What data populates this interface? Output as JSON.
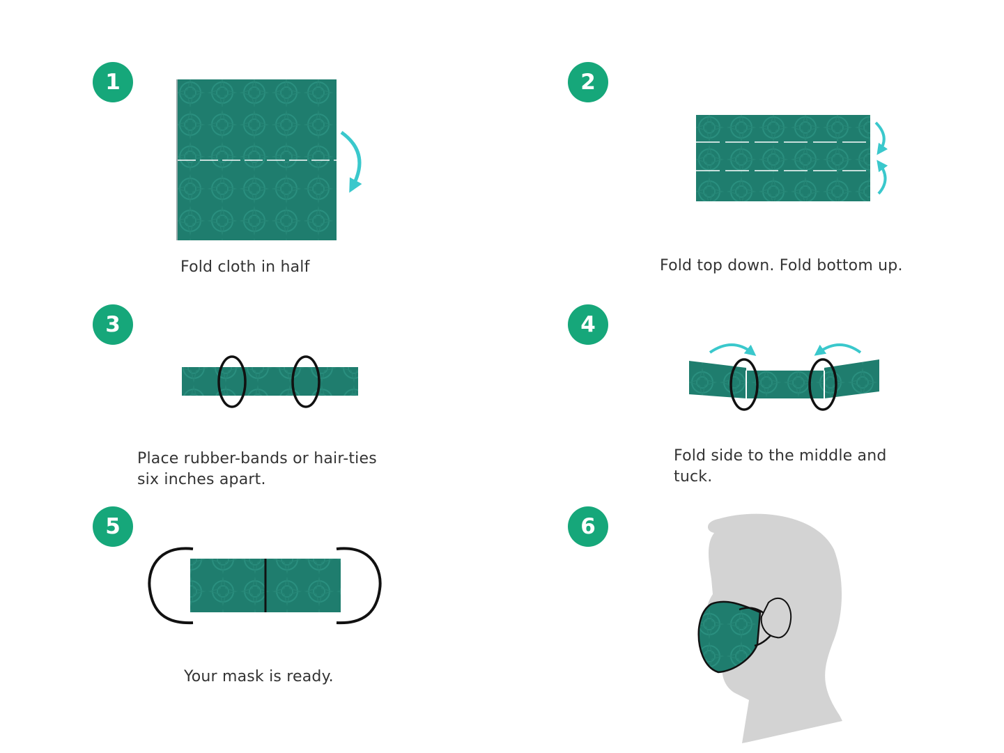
{
  "colors": {
    "badge": "#16a77a",
    "cloth": "#1f7d6e",
    "cloth_pattern": "#2a8f7f",
    "arrow": "#3ac8cc",
    "head": "#d3d3d3",
    "ink": "#111111"
  },
  "steps": [
    {
      "number": "1",
      "caption": "Fold cloth in half"
    },
    {
      "number": "2",
      "caption": "Fold top down. Fold bottom up."
    },
    {
      "number": "3",
      "caption_line1": "Place rubber-bands or hair-ties",
      "caption_line2": "six inches apart."
    },
    {
      "number": "4",
      "caption_line1": "Fold side to the middle and",
      "caption_line2": "tuck."
    },
    {
      "number": "5",
      "caption": "Your mask is ready."
    },
    {
      "number": "6"
    }
  ]
}
